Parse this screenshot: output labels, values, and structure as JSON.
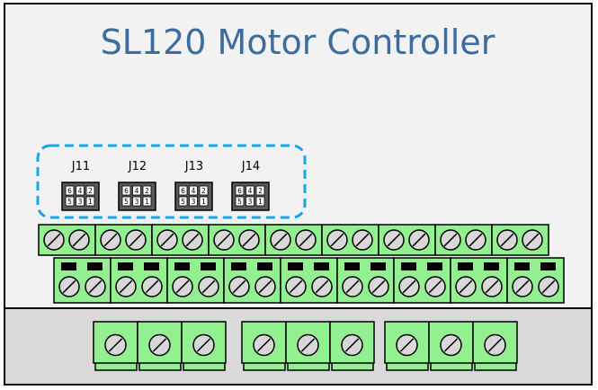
{
  "title": "SL120 Motor Controller",
  "colors": {
    "panel": "#f2f2f2",
    "lower_panel": "#d9d9d9",
    "terminal": "#92f090",
    "dashed_outline": "#1ba5e8",
    "title_text": "#3d6d9e"
  },
  "connectors": [
    {
      "label": "J11",
      "pins_top": [
        "6",
        "4",
        "2"
      ],
      "pins_bottom": [
        "5",
        "3",
        "1"
      ]
    },
    {
      "label": "J12",
      "pins_top": [
        "6",
        "4",
        "2"
      ],
      "pins_bottom": [
        "5",
        "3",
        "1"
      ]
    },
    {
      "label": "J13",
      "pins_top": [
        "6",
        "4",
        "2"
      ],
      "pins_bottom": [
        "5",
        "3",
        "1"
      ]
    },
    {
      "label": "J14",
      "pins_top": [
        "6",
        "4",
        "2"
      ],
      "pins_bottom": [
        "5",
        "3",
        "1"
      ]
    }
  ],
  "terminal_rows": {
    "top_row_blocks": 9,
    "second_row_blocks": 9,
    "bottom_groups": [
      3,
      3,
      3
    ]
  }
}
